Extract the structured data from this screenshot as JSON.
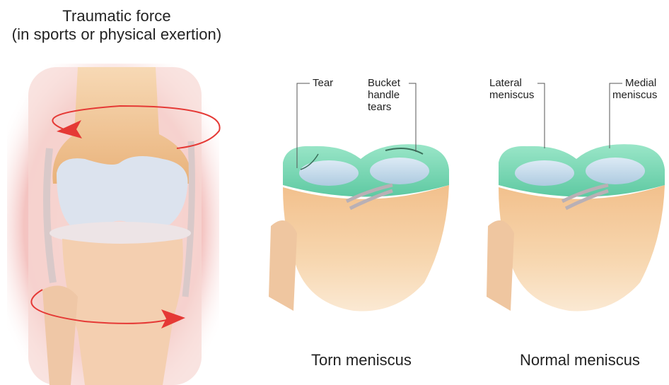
{
  "title": {
    "line1": "Traumatic force",
    "line2": "(in sports or physical exertion)"
  },
  "torn_panel": {
    "label_tear": "Tear",
    "label_bucket": [
      "Bucket",
      "handle",
      "tears"
    ],
    "caption": "Torn meniscus"
  },
  "normal_panel": {
    "label_lateral": [
      "Lateral",
      "meniscus"
    ],
    "label_medial": [
      "Medial",
      "meniscus"
    ],
    "caption": "Normal meniscus"
  },
  "colors": {
    "meniscus": "#7fd8b8",
    "cartilage": "#c5dcea",
    "bone": "#f2c79a",
    "arrow": "#e53935",
    "leg_glow": "#f3b9b8"
  }
}
